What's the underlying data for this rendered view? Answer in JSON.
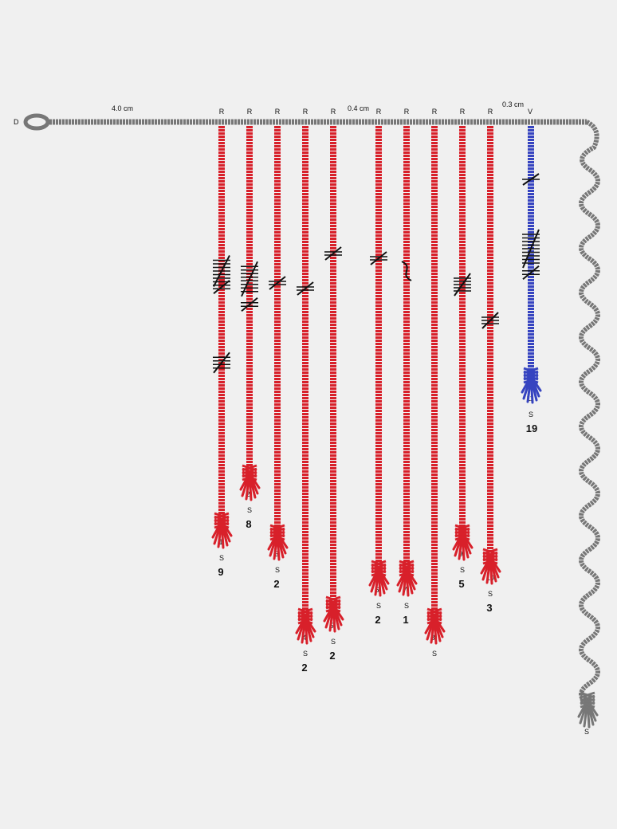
{
  "primary": {
    "start_label": "D",
    "end_label": "S",
    "spacing_labels": [
      "4.0 cm",
      "0.4 cm",
      "0.3 cm"
    ]
  },
  "pendants": [
    {
      "num": "1",
      "color_code": "R",
      "term": "S",
      "value": "9",
      "knots": "long 9"
    },
    {
      "num": "2",
      "color_code": "R",
      "term": "S",
      "value": "8",
      "knots": "long 8"
    },
    {
      "num": "3",
      "color_code": "R",
      "term": "S",
      "value": "2",
      "knots": "single 2"
    },
    {
      "num": "4",
      "color_code": "R",
      "term": "S",
      "value": "2",
      "knots": "single 2"
    },
    {
      "num": "5",
      "color_code": "R",
      "term": "S",
      "value": "2",
      "knots": "single 2"
    },
    {
      "num": "6",
      "color_code": "R",
      "term": "S",
      "value": "2",
      "knots": "single 2"
    },
    {
      "num": "7",
      "color_code": "R",
      "term": "S",
      "value": "1",
      "knots": "figure-eight 1"
    },
    {
      "num": "8",
      "color_code": "R",
      "term": "S",
      "value": "",
      "knots": "none"
    },
    {
      "num": "9",
      "color_code": "R",
      "term": "S",
      "value": "5",
      "knots": "single 5"
    },
    {
      "num": "10",
      "color_code": "R",
      "term": "S",
      "value": "3",
      "knots": "single 3"
    },
    {
      "num": "11",
      "color_code": "V",
      "term": "S",
      "value": "19",
      "knots": "single 1, long 9, long 9"
    }
  ],
  "colors": {
    "R": "#d8202a",
    "V": "#3644c0",
    "primary": "#777777",
    "background": "#f0f0f0"
  }
}
